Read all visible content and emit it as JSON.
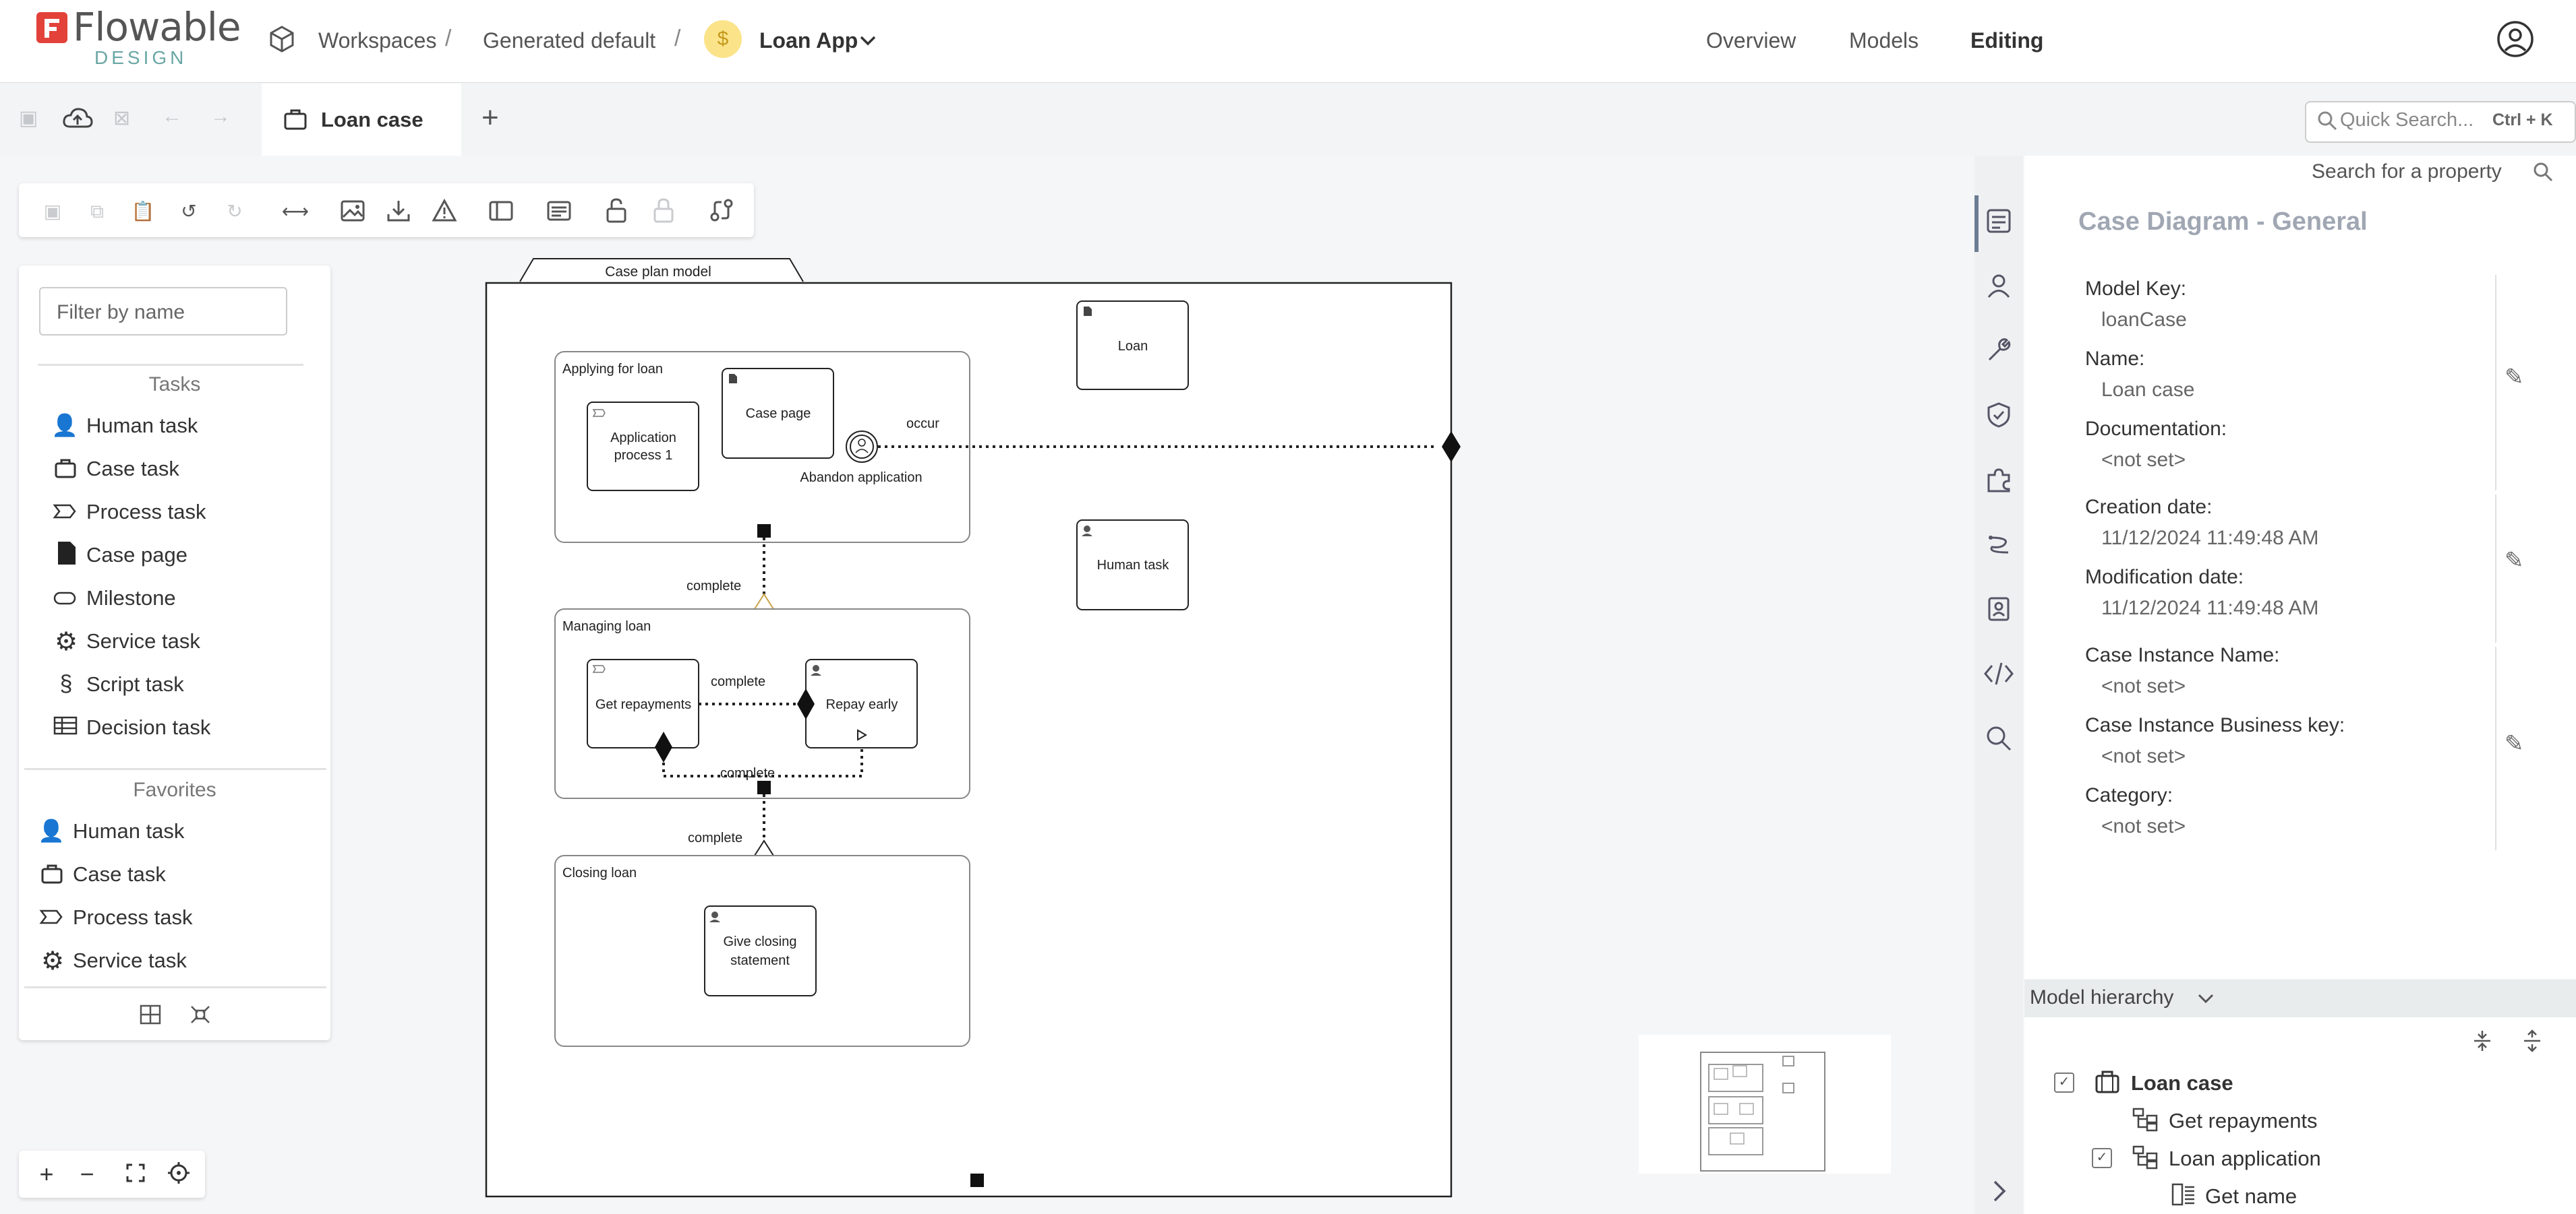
{
  "header": {
    "logo_word": "Flowable",
    "logo_sub": "DESIGN",
    "breadcrumbs": [
      "Workspaces",
      "Generated default"
    ],
    "app_name": "Loan App",
    "nav": [
      "Overview",
      "Models",
      "Editing"
    ],
    "active_nav": "Editing"
  },
  "tabs": {
    "active_tab": "Loan case",
    "add_label": "+",
    "search_placeholder": "Quick Search...",
    "search_shortcut": "Ctrl + K"
  },
  "palette": {
    "filter_placeholder": "Filter by name",
    "tasks_heading": "Tasks",
    "tasks": [
      {
        "label": "Human task",
        "icon": "person-icon"
      },
      {
        "label": "Case task",
        "icon": "briefcase-icon"
      },
      {
        "label": "Process task",
        "icon": "process-arrow-icon"
      },
      {
        "label": "Case page",
        "icon": "page-icon"
      },
      {
        "label": "Milestone",
        "icon": "milestone-icon"
      },
      {
        "label": "Service task",
        "icon": "gear-icon"
      },
      {
        "label": "Script task",
        "icon": "script-icon"
      },
      {
        "label": "Decision task",
        "icon": "table-icon"
      }
    ],
    "favorites_heading": "Favorites",
    "favorites": [
      {
        "label": "Human task",
        "icon": "person-icon"
      },
      {
        "label": "Case task",
        "icon": "briefcase-icon"
      },
      {
        "label": "Process task",
        "icon": "process-arrow-icon"
      },
      {
        "label": "Service task",
        "icon": "gear-icon"
      }
    ]
  },
  "diagram": {
    "plan_model_label": "Case plan model",
    "stages": {
      "applying": "Applying for loan",
      "managing": "Managing loan",
      "closing": "Closing loan"
    },
    "tasks": {
      "application_process_1": "Application",
      "application_process_2": "process 1",
      "case_page": "Case page",
      "abandon": "Abandon application",
      "loan": "Loan",
      "human_task": "Human task",
      "get_repayments": "Get repayments",
      "repay_early": "Repay early",
      "give_closing_1": "Give closing",
      "give_closing_2": "statement"
    },
    "labels": {
      "occur": "occur",
      "complete_1": "complete",
      "complete_2": "complete",
      "complete_3": "complete",
      "complete_4": "complete"
    }
  },
  "properties": {
    "search_label": "Search for a property",
    "title": "Case Diagram - General",
    "fields": [
      {
        "label": "Model Key:",
        "value": "loanCase"
      },
      {
        "label": "Name:",
        "value": "Loan case"
      },
      {
        "label": "Documentation:",
        "value": "<not set>"
      },
      {
        "label": "Creation date:",
        "value": "11/12/2024 11:49:48 AM"
      },
      {
        "label": "Modification date:",
        "value": "11/12/2024 11:49:48 AM"
      },
      {
        "label": "Case Instance Name:",
        "value": "<not set>"
      },
      {
        "label": "Case Instance Business key:",
        "value": "<not set>"
      },
      {
        "label": "Category:",
        "value": "<not set>"
      }
    ]
  },
  "hierarchy": {
    "heading": "Model hierarchy",
    "items": [
      "Loan case",
      "Get repayments",
      "Loan application",
      "Get name"
    ]
  },
  "colors": {
    "brand_red": "#e2423a",
    "brand_teal": "#6aa7a5",
    "coin": "#fbe38a",
    "diamond_sentry": "#c9a34a"
  }
}
